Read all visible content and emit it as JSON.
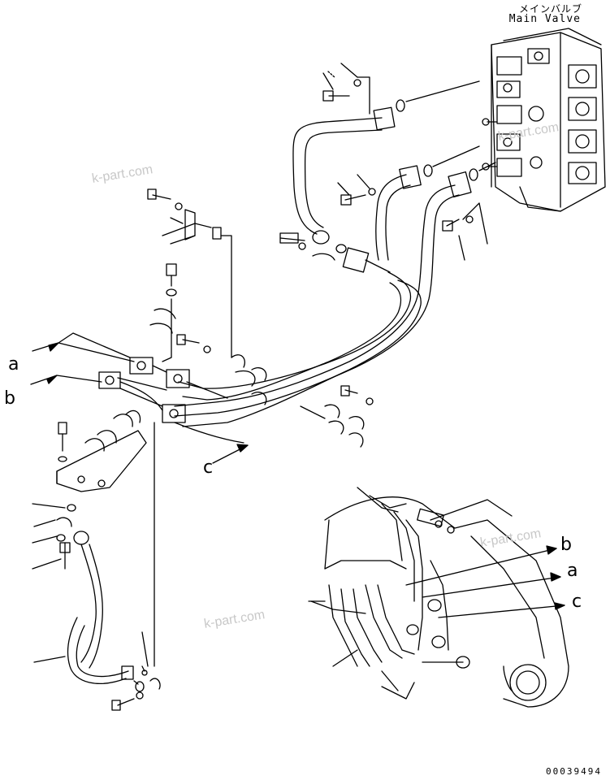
{
  "title": {
    "jp": "メインバルブ",
    "en": "Main Valve"
  },
  "callout_labels": {
    "a_left": "a",
    "b_left": "b",
    "c_mid": "c",
    "b_right": "b",
    "a_right": "a",
    "c_right": "c"
  },
  "watermarks": [
    "k-part.com",
    "k-part.com",
    "k-part.com",
    "k-part.com"
  ],
  "document_number": "00039494",
  "colors": {
    "line": "#000000",
    "watermark": "#c8c8c8",
    "background": "#ffffff"
  }
}
